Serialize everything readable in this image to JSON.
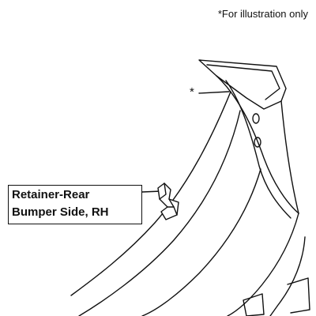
{
  "note": "*For illustration only",
  "asterisk": "*",
  "callout": {
    "line1": "Retainer-Rear",
    "line2": "Bumper Side, RH"
  },
  "colors": {
    "ink": "#111111",
    "background": "#ffffff"
  }
}
